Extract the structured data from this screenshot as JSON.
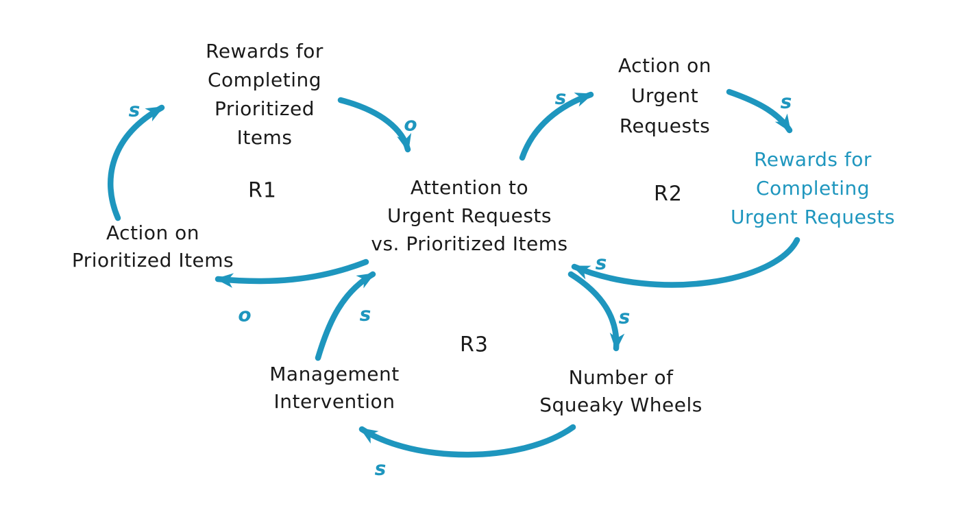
{
  "diagram": {
    "type": "causal-loop-diagram",
    "colors": {
      "accent": "#1E96BE",
      "text": "#1A1A1A",
      "background": "#FFFFFF"
    },
    "nodes": {
      "rewards_prioritized": {
        "lines": [
          "Rewards for",
          "Completing",
          "Prioritized",
          "Items"
        ]
      },
      "action_prioritized": {
        "lines": [
          "Action on",
          "Prioritized Items"
        ]
      },
      "attention": {
        "lines": [
          "Attention to",
          "Urgent Requests",
          "vs. Prioritized Items"
        ]
      },
      "action_urgent": {
        "lines": [
          "Action on",
          "Urgent",
          "Requests"
        ]
      },
      "rewards_urgent": {
        "lines": [
          "Rewards for",
          "Completing",
          "Urgent Requests"
        ]
      },
      "management": {
        "lines": [
          "Management",
          "Intervention"
        ]
      },
      "squeaky": {
        "lines": [
          "Number of",
          "Squeaky Wheels"
        ]
      }
    },
    "loops": {
      "r1": "R1",
      "r2": "R2",
      "r3": "R3"
    },
    "links": {
      "action_prioritized_to_rewards_prioritized": "s",
      "rewards_prioritized_to_attention": "o",
      "attention_to_action_prioritized": "o",
      "management_to_attention": "s",
      "attention_to_action_urgent": "s",
      "action_urgent_to_rewards_urgent": "s",
      "rewards_urgent_to_attention": "s",
      "attention_to_squeaky": "s",
      "squeaky_to_management": "s"
    }
  }
}
